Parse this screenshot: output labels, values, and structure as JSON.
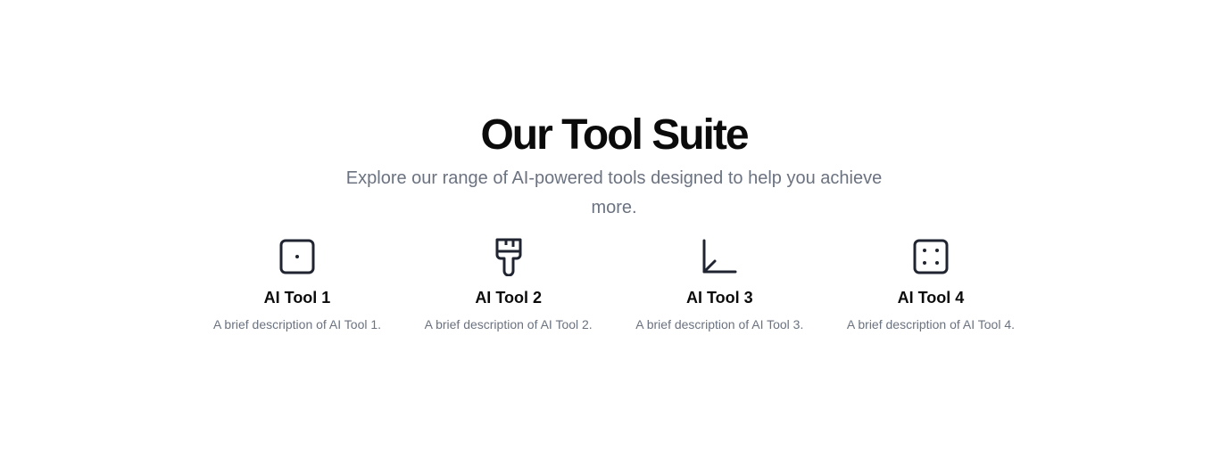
{
  "section": {
    "title": "Our Tool Suite",
    "subtitle": "Explore our range of AI-powered tools designed to help you achieve more."
  },
  "tools": [
    {
      "name": "AI Tool 1",
      "description": "A brief description of AI Tool 1.",
      "icon": "dice-one-icon"
    },
    {
      "name": "AI Tool 2",
      "description": "A brief description of AI Tool 2.",
      "icon": "paintbrush-icon"
    },
    {
      "name": "AI Tool 3",
      "description": "A brief description of AI Tool 3.",
      "icon": "corner-angle-icon"
    },
    {
      "name": "AI Tool 4",
      "description": "A brief description of AI Tool 4.",
      "icon": "dice-four-icon"
    }
  ],
  "colors": {
    "heading": "#0b0b0c",
    "muted_text": "#6b7280",
    "icon_stroke": "#1f2430",
    "background": "#ffffff"
  }
}
